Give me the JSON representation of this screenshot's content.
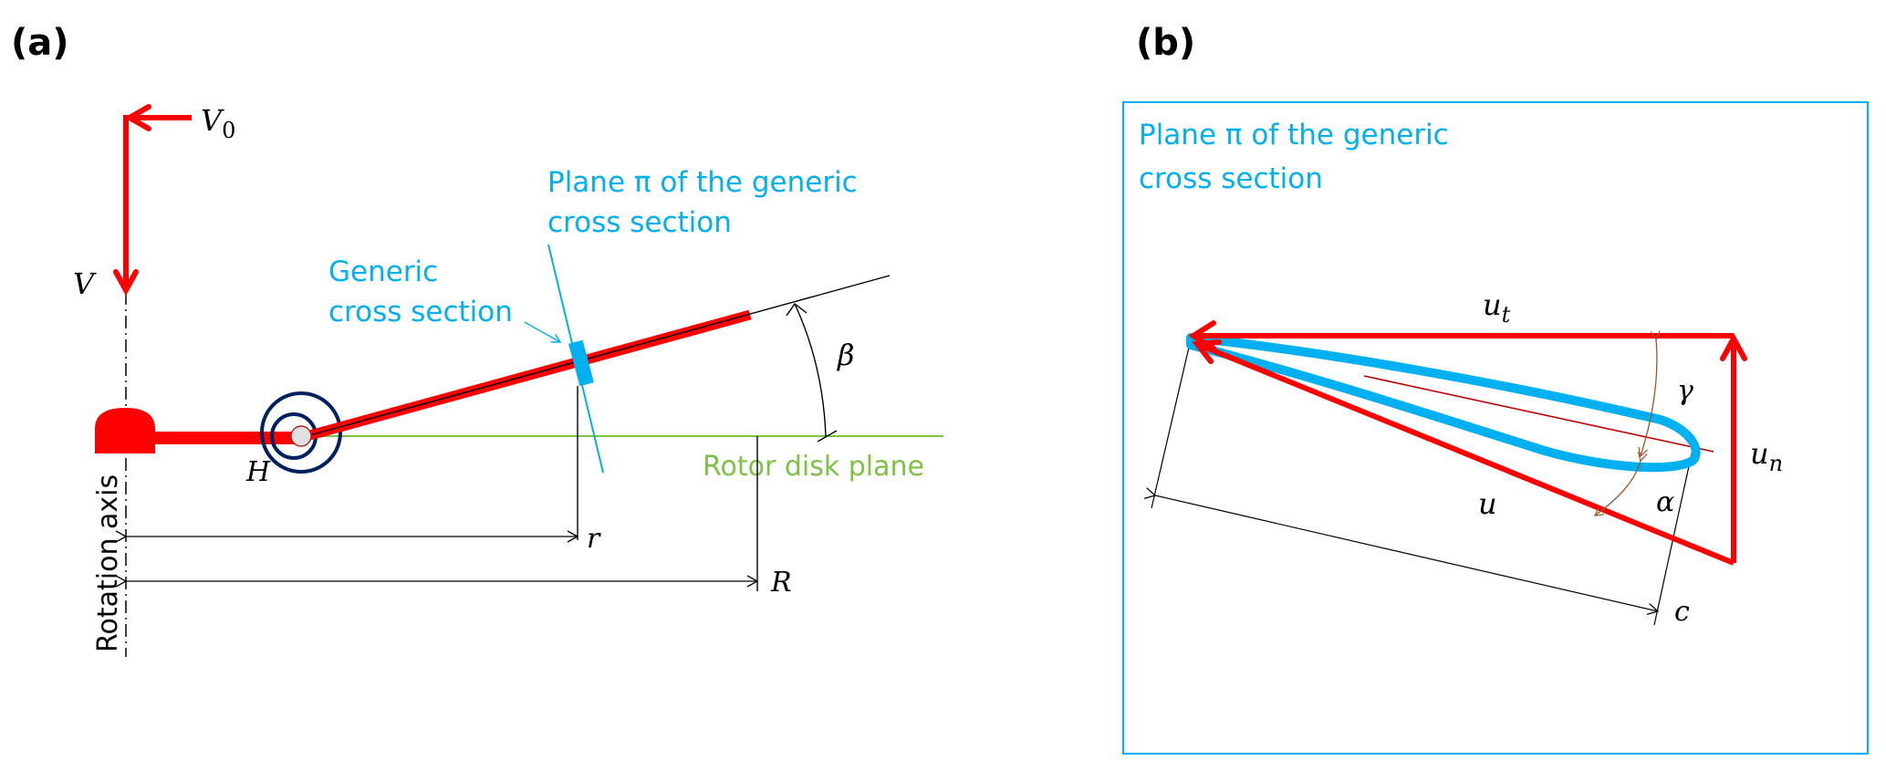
{
  "panel_a": {
    "label": "(a)",
    "velocity_v0": "V",
    "velocity_v0_sub": "0",
    "velocity_v": "V",
    "hinge": "H",
    "rotation_axis": "Rotation axis",
    "generic_cross_section_line1": "Generic",
    "generic_cross_section_line2": "cross section",
    "plane_pi_line1": "Plane π of the generic",
    "plane_pi_line2": "cross section",
    "flap_angle": "β",
    "rotor_disk_plane": "Rotor disk plane",
    "radius_r": "r",
    "radius_R": "R"
  },
  "panel_b": {
    "label": "(b)",
    "plane_pi_line1": "Plane π of the generic",
    "plane_pi_line2": "cross section",
    "tangential_velocity": "u",
    "tangential_sub": "t",
    "normal_velocity": "u",
    "normal_sub": "n",
    "resultant_velocity": "u",
    "pitch_angle": "γ",
    "attack_angle": "α",
    "chord": "c"
  },
  "colors": {
    "red": "#ff0000",
    "blue": "#00b0f0",
    "green": "#7dc242",
    "navy": "#002060",
    "darkred": "#c00000",
    "brown": "#a0522d"
  }
}
